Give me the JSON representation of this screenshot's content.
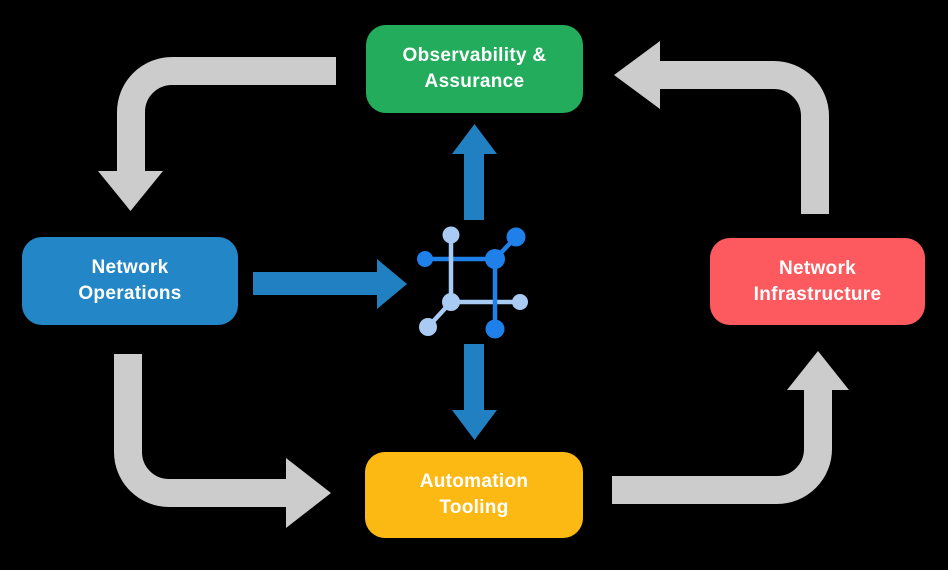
{
  "diagram": {
    "background": "#000000",
    "nodes": {
      "observability": {
        "label": "Observability &\nAssurance",
        "color": "#22AC5B",
        "text_color": "#FFFFFF"
      },
      "network_operations": {
        "label": "Network\nOperations",
        "color": "#2386C6",
        "text_color": "#FFFFFF"
      },
      "network_infrastructure": {
        "label": "Network\nInfrastructure",
        "color": "#FC5A5E",
        "text_color": "#FFFFFF"
      },
      "automation_tooling": {
        "label": "Automation\nTooling",
        "color": "#FCB813",
        "text_color": "#FFFFFF"
      }
    },
    "center_icon": {
      "name": "network-fabric-icon",
      "primary_color": "#1E80E8",
      "secondary_color": "#A9CBF3"
    },
    "arrows": {
      "flow_color": "#2180C2",
      "cycle_color": "#CCCCCC",
      "flow": [
        {
          "from": "network_operations",
          "to": "center-icon",
          "direction": "right"
        },
        {
          "from": "center-icon",
          "to": "observability",
          "direction": "up"
        },
        {
          "from": "center-icon",
          "to": "automation_tooling",
          "direction": "down"
        }
      ],
      "cycle": [
        {
          "from": "observability",
          "to": "network_operations",
          "corner": "top-left"
        },
        {
          "from": "network_operations",
          "to": "automation_tooling",
          "corner": "bottom-left"
        },
        {
          "from": "automation_tooling",
          "to": "network_infrastructure",
          "corner": "bottom-right"
        },
        {
          "from": "network_infrastructure",
          "to": "observability",
          "corner": "top-right"
        }
      ]
    }
  }
}
